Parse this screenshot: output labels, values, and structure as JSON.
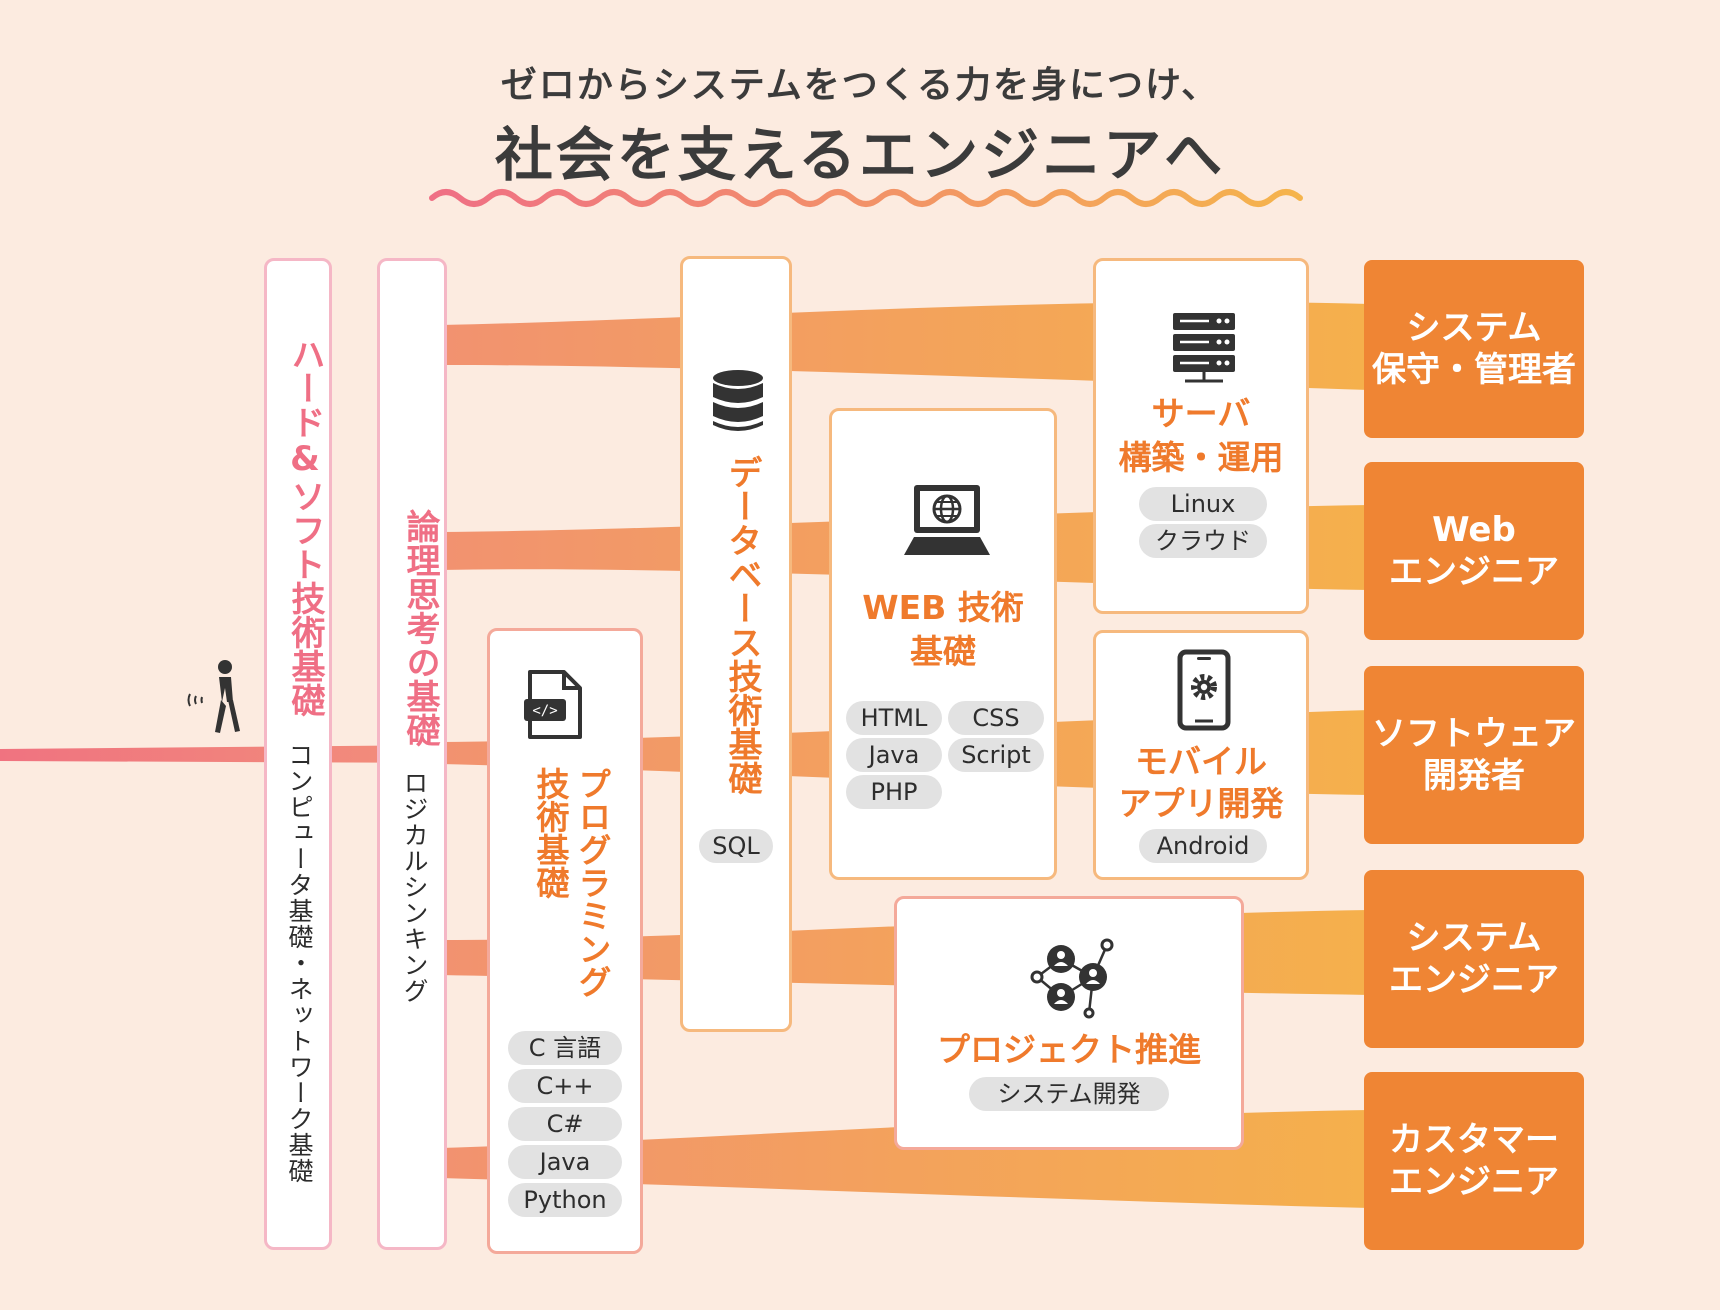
{
  "heading": {
    "line1": "ゼロからシステムをつくる力を身につけ、",
    "line2": "社会を支えるエンジニアへ"
  },
  "colors": {
    "background": "#fcebe0",
    "pink": "#ef6f85",
    "orange": "#ef7a2c",
    "career_fill": "#ef8534",
    "pill": "#e2e2e2"
  },
  "foundations": {
    "hardsoft": {
      "title": "ハード&ソフト技術基礎",
      "subtitle": "コンピュータ基礎・ネットワーク基礎"
    },
    "logic": {
      "title": "論理思考の基礎",
      "subtitle": "ロジカルシンキング"
    }
  },
  "programming": {
    "icon": "code-file-icon",
    "title_col1": "プログラミング",
    "title_col2": "技術基礎",
    "pills": [
      "C 言語",
      "C++",
      "C#",
      "Java",
      "Python"
    ]
  },
  "database": {
    "icon": "database-icon",
    "title": "データベース技術基礎",
    "pills": [
      "SQL"
    ]
  },
  "web": {
    "icon": "laptop-globe-icon",
    "title_line1": "WEB 技術",
    "title_line2": "基礎",
    "pills": [
      "HTML",
      "CSS",
      "Java",
      "Script",
      "PHP"
    ]
  },
  "server": {
    "icon": "server-icon",
    "title_line1": "サーバ",
    "title_line2": "構築・運用",
    "pills": [
      "Linux",
      "クラウド"
    ]
  },
  "mobile": {
    "icon": "smartphone-gear-icon",
    "title_line1": "モバイル",
    "title_line2": "アプリ開発",
    "pills": [
      "Android"
    ]
  },
  "project": {
    "icon": "team-network-icon",
    "title": "プロジェクト推進",
    "pills": [
      "システム開発"
    ]
  },
  "careers": [
    {
      "line1": "システム",
      "line2": "保守・管理者"
    },
    {
      "line1": "Web",
      "line2": "エンジニア"
    },
    {
      "line1": "ソフトウェア",
      "line2": "開発者"
    },
    {
      "line1": "システム",
      "line2": "エンジニア"
    },
    {
      "line1": "カスタマー",
      "line2": "エンジニア"
    }
  ]
}
